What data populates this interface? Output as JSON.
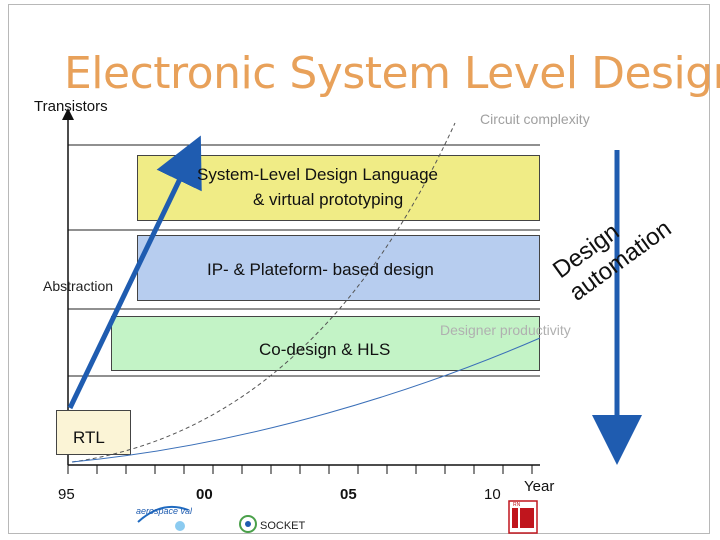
{
  "slide": {
    "title": "Electronic System Level Design",
    "y_axis_label": "Transistors",
    "circuit_complexity": "Circuit complexity",
    "abstraction": "Abstraction",
    "designer_productivity": "Designer productivity",
    "design_automation": "Design automation",
    "boxes": {
      "sld_line1": "System-Level Design Language",
      "sld_line2": "& virtual prototyping",
      "ip": "IP- & Plateform- based design",
      "codesign": "Co-design & HLS",
      "rtl": "RTL"
    },
    "x_axis": {
      "ticks": [
        "95",
        "00",
        "05",
        "10"
      ],
      "label": "Year"
    },
    "logos": {
      "aerospace": "aerospace valley",
      "socket": "SOCKET",
      "rn": "RN"
    }
  },
  "colors": {
    "title": "#e8a15a",
    "sld_box": "#f0ec86",
    "ip_box": "#b7cdef",
    "codesign_box": "#c3f3c6",
    "rtl_box": "#fbf4d6",
    "arrow_blue": "#1f5cb0"
  }
}
